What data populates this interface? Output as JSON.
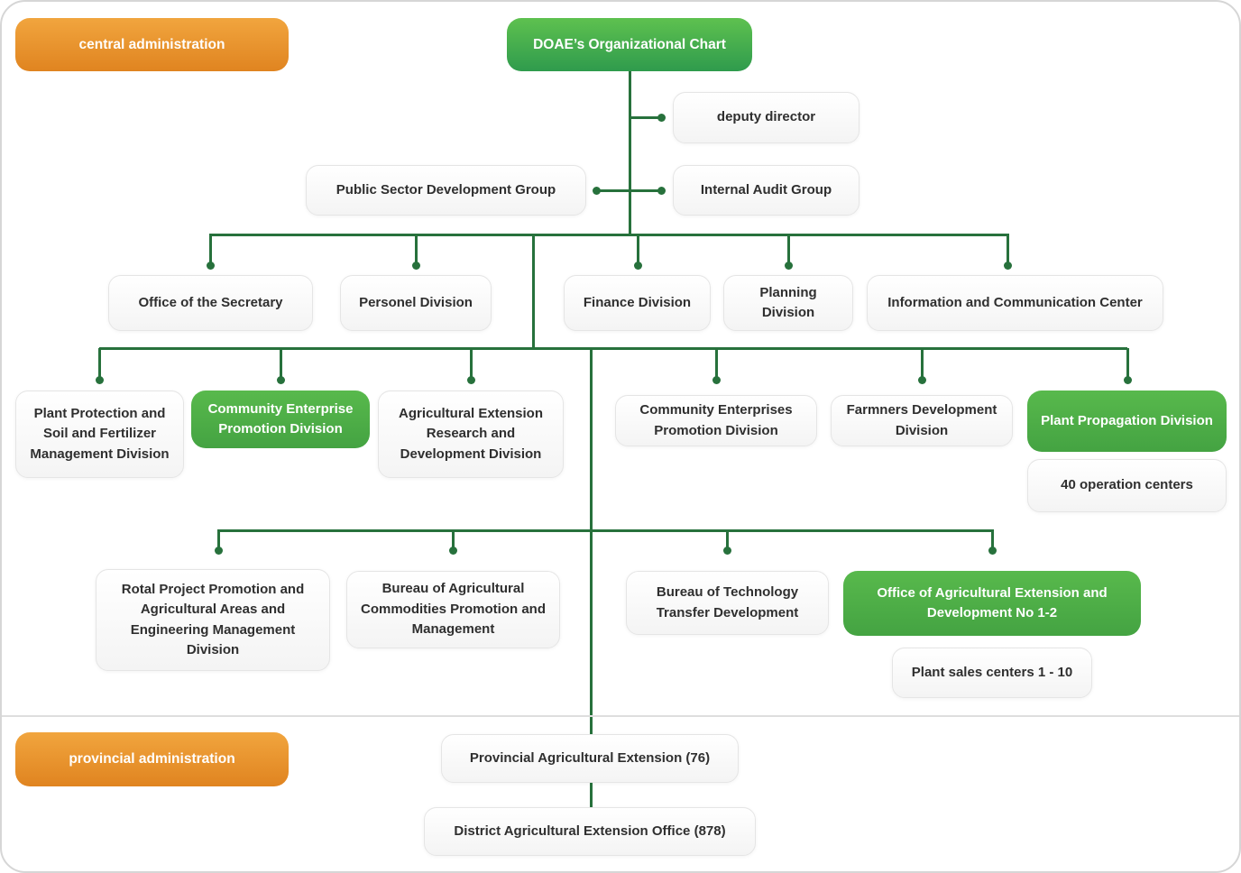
{
  "title": {
    "label": "DOAE’s Organizational Chart"
  },
  "badges": {
    "central": "central administration",
    "provincial": "provincial administration"
  },
  "nodes": {
    "deputy_director": "deputy director",
    "public_sector_group": "Public Sector Development Group",
    "internal_audit_group": "Internal Audit Group",
    "office_of_secretary": "Office of the Secretary",
    "personel_division": "Personel Division",
    "finance_division": "Finance Division",
    "planning_division": "Planning Division",
    "info_comm_center": "Information and Communication Center",
    "plant_protection_division": "Plant Protection and Soil and Fertilizer Management Division",
    "community_enterprise_division": "Community Enterprise Promotion Division",
    "agri_extension_research_division": "Agricultural Extension Research and Development Division",
    "community_enterprises_division": "Community Enterprises Promotion Division",
    "farmners_development_division": "Farmners Development Division",
    "plant_propagation_division": "Plant Propagation Division",
    "operation_centers": "40 operation centers",
    "rotal_project_division": "Rotal Project Promotion and Agricultural Areas and Engineering Management Division",
    "bureau_agri_commodities": "Bureau of Agricultural Commodities Promotion and Management",
    "bureau_tech_transfer": "Bureau of Technology Transfer Development",
    "office_agri_extension": "Office of Agricultural Extension and Development No 1-2",
    "plant_sales_centers": "Plant sales centers 1 - 10",
    "provincial_agri_extension": "Provincial Agricultural Extension (76)",
    "district_agri_extension": "District Agricultural Extension Office (878)"
  },
  "colors": {
    "connector_green": "#27713c",
    "node_green": "#4fb246",
    "badge_orange": "#ec9a2f"
  }
}
